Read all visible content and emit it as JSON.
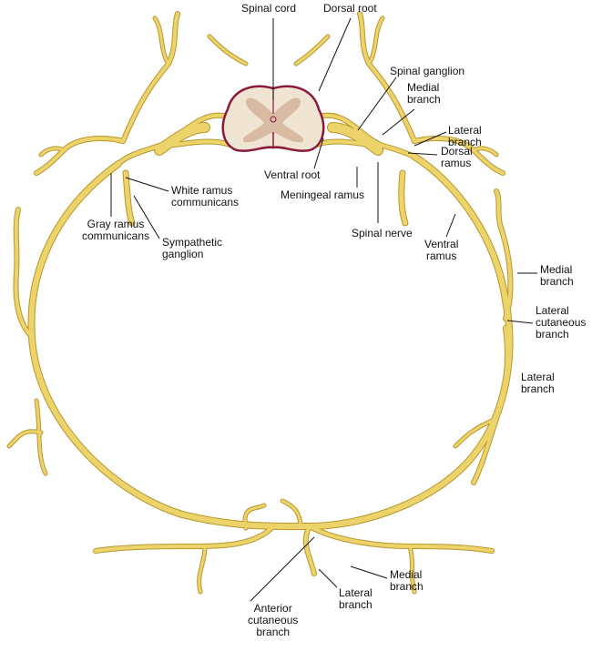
{
  "labels": {
    "spinal_cord": "Spinal cord",
    "dorsal_root": "Dorsal root",
    "spinal_ganglion": "Spinal ganglion",
    "medial_branch_dorsal": [
      "Medial",
      "branch"
    ],
    "lateral_branch_dorsal": [
      "Lateral",
      "branch"
    ],
    "dorsal_ramus": [
      "Dorsal",
      "ramus"
    ],
    "ventral_root": "Ventral root",
    "meningeal_ramus": "Meningeal ramus",
    "spinal_nerve": "Spinal nerve",
    "white_ramus": [
      "White ramus",
      "communicans"
    ],
    "gray_ramus": [
      "Gray ramus",
      "communicans"
    ],
    "sympathetic_ganglion": [
      "Sympathetic",
      "ganglion"
    ],
    "ventral_ramus": [
      "Ventral",
      "ramus"
    ],
    "medial_branch_side": [
      "Medial",
      "branch"
    ],
    "lateral_cutaneous": [
      "Lateral",
      "cutaneous",
      "branch"
    ],
    "lateral_branch_side": [
      "Lateral",
      "branch"
    ],
    "medial_branch_ant": [
      "Medial",
      "branch"
    ],
    "lateral_branch_ant": [
      "Lateral",
      "branch"
    ],
    "anterior_cutaneous": [
      "Anterior",
      "cutaneous",
      "branch"
    ]
  },
  "colors": {
    "nerve": "#ecd46a",
    "nerve_outline": "#b8962e",
    "cord": "#efe5d2",
    "gray_matter": "#d9bba3",
    "cord_border": "#8b1a3a"
  }
}
